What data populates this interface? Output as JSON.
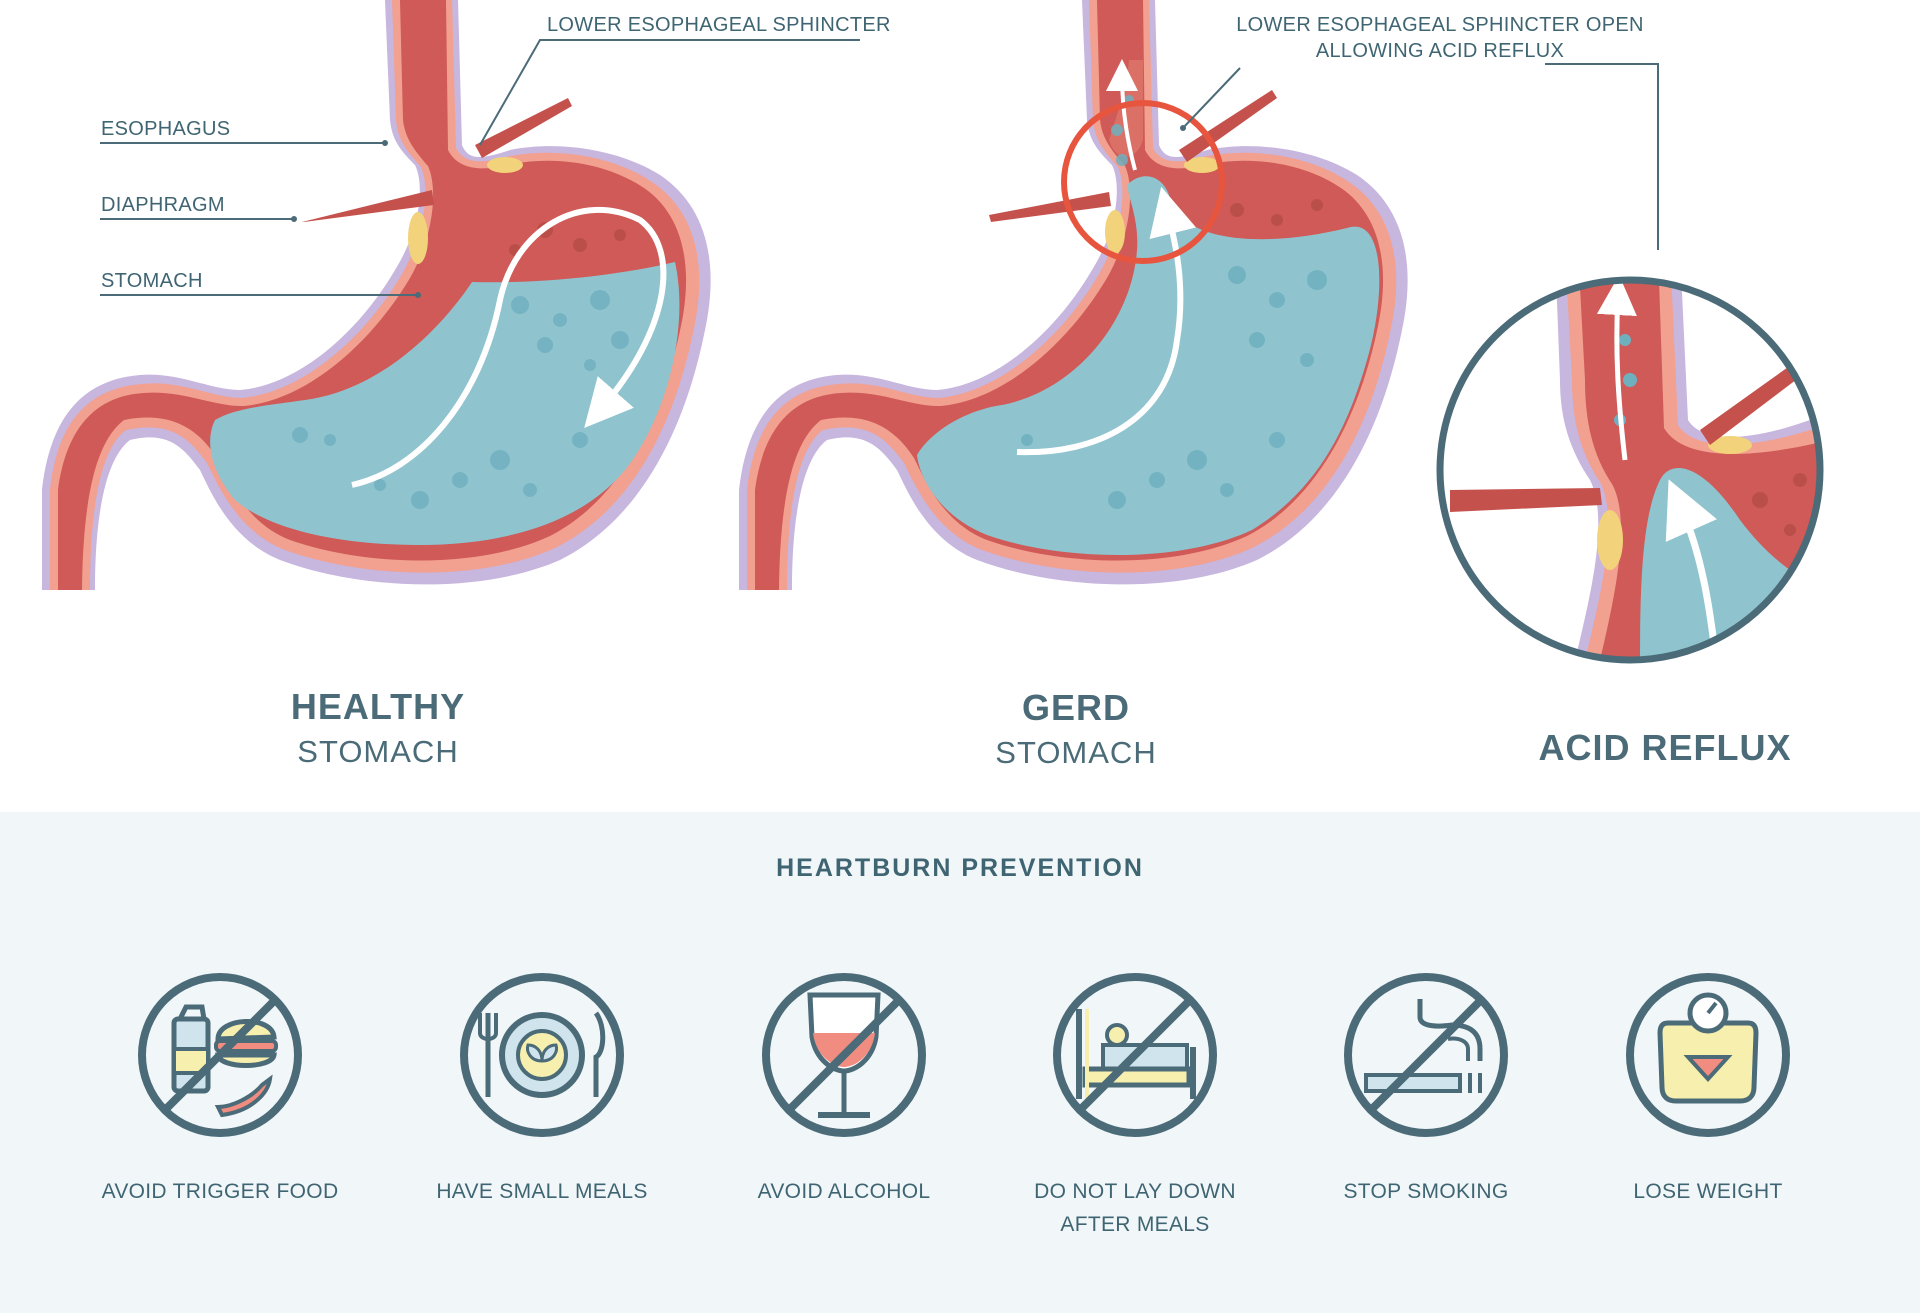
{
  "labels": {
    "lower_esophageal_sphincter": "LOWER ESOPHAGEAL SPHINCTER",
    "esophagus": "ESOPHAGUS",
    "diaphragm": "DIAPHRAGM",
    "stomach": "STOMACH",
    "sphincter_open_line1": "LOWER ESOPHAGEAL SPHINCTER OPEN",
    "sphincter_open_line2": "ALLOWING ACID REFLUX"
  },
  "panels": {
    "healthy": {
      "title": "HEALTHY",
      "subtitle": "STOMACH"
    },
    "gerd": {
      "title": "GERD",
      "subtitle": "STOMACH"
    },
    "reflux": {
      "title": "ACID REFLUX"
    }
  },
  "prevention": {
    "title": "HEARTBURN  PREVENTION",
    "tips": [
      {
        "label": "AVOID TRIGGER FOOD",
        "label2": "",
        "icon": "trigger-food-icon"
      },
      {
        "label": "HAVE SMALL MEALS",
        "label2": "",
        "icon": "small-meals-icon"
      },
      {
        "label": "AVOID ALCOHOL",
        "label2": "",
        "icon": "alcohol-icon"
      },
      {
        "label": "DO NOT LAY DOWN",
        "label2": "AFTER MEALS",
        "icon": "bed-icon"
      },
      {
        "label": "STOP SMOKING",
        "label2": "",
        "icon": "smoking-icon"
      },
      {
        "label": "LOSE WEIGHT",
        "label2": "",
        "icon": "scale-icon"
      }
    ]
  },
  "colors": {
    "tissue": "#cf5a57",
    "tissue_dark": "#b94a48",
    "lining": "#f3a191",
    "outline": "#b9a8d6",
    "acid": "#8fc4cf",
    "acid_dark": "#6fb0bf",
    "fat": "#f2d27a",
    "highlight_ring": "#e8553f",
    "ink": "#4b6b78",
    "panel_bg": "#f1f6f9",
    "icon_yellow": "#f7efae",
    "icon_blue": "#cfe4ec",
    "icon_red": "#f08d80"
  }
}
